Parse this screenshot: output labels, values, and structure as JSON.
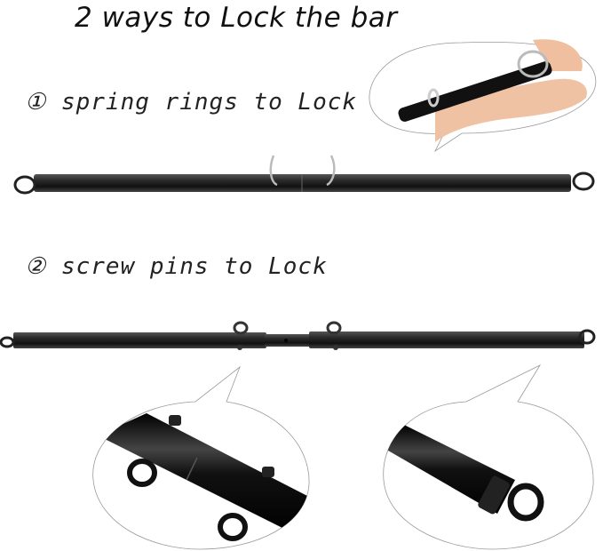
{
  "title": "2 ways to Lock the bar",
  "methods": [
    {
      "label": "① spring rings to Lock"
    },
    {
      "label": "② screw pins to Lock"
    }
  ],
  "colors": {
    "bar": "#1a1a1a",
    "ring": "#c8c8c8",
    "skin": "#f0c2a4",
    "outline": "#999999"
  }
}
